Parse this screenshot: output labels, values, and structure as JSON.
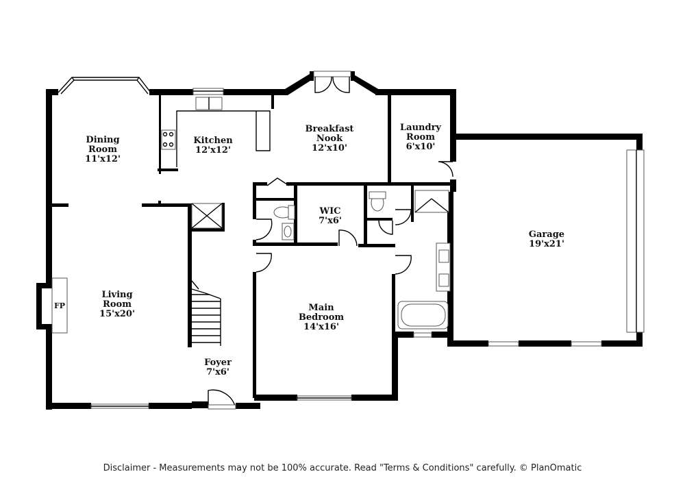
{
  "rooms": {
    "dining": {
      "name_line1": "Dining",
      "name_line2": "Room",
      "size": "11'x12'"
    },
    "kitchen": {
      "name": "Kitchen",
      "size": "12'x12'"
    },
    "breakfast": {
      "name_line1": "Breakfast",
      "name_line2": "Nook",
      "size": "12'x10'"
    },
    "laundry": {
      "name_line1": "Laundry",
      "name_line2": "Room",
      "size": "6'x10'"
    },
    "garage": {
      "name": "Garage",
      "size": "19'x21'"
    },
    "wic": {
      "name": "WIC",
      "size": "7'x6'"
    },
    "living": {
      "name_line1": "Living",
      "name_line2": "Room",
      "size": "15'x20'"
    },
    "fireplace": {
      "name": "FP"
    },
    "main_bedroom": {
      "name_line1": "Main",
      "name_line2": "Bedroom",
      "size": "14'x16'"
    },
    "foyer": {
      "name": "Foyer",
      "size": "7'x6'"
    }
  },
  "disclaimer": "Disclaimer - Measurements may not be 100% accurate. Read \"Terms & Conditions\" carefully. © PlanOmatic"
}
